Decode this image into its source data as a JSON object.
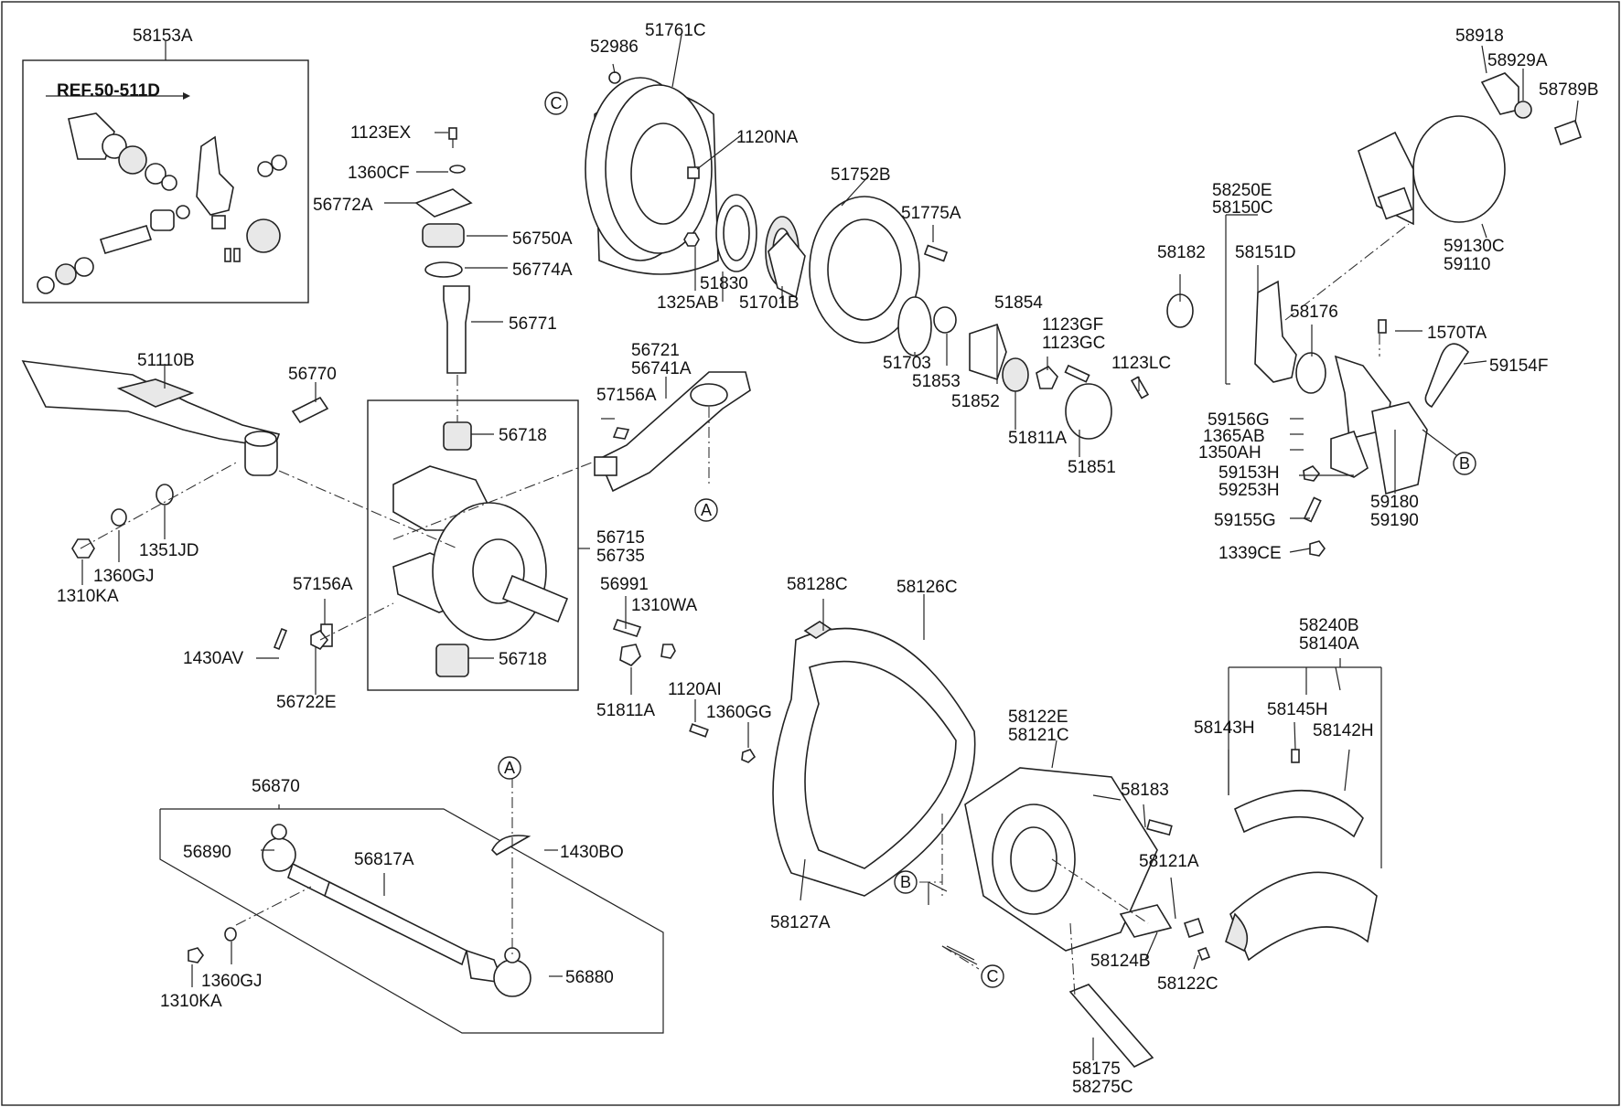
{
  "labels": {
    "l58153A": "58153A",
    "ref": "REF.50-511D",
    "l1123EX": "1123EX",
    "l1360CF": "1360CF",
    "l56772A": "56772A",
    "l56750A": "56750A",
    "l56774A": "56774A",
    "l56771": "56771",
    "l51110B": "51110B",
    "l56770": "56770",
    "l1351JD": "1351JD",
    "l1360GJ_a": "1360GJ",
    "l1310KA_a": "1310KA",
    "l56718_a": "56718",
    "l56718_b": "56718",
    "l56715": "56715",
    "l56735": "56735",
    "l57156A_a": "57156A",
    "l57156A_b": "57156A",
    "l56721": "56721",
    "l56741A": "56741A",
    "l56991": "56991",
    "l1310WA": "1310WA",
    "l1430AV": "1430AV",
    "l56722E": "56722E",
    "l51811A_b": "51811A",
    "l52986": "52986",
    "l51761C": "51761C",
    "l1120NA": "1120NA",
    "l51830": "51830",
    "l1325AB": "1325AB",
    "l51701B": "51701B",
    "l51752B": "51752B",
    "l51775A": "51775A",
    "l51703": "51703",
    "l51853": "51853",
    "l51852": "51852",
    "l51854": "51854",
    "l1123GF": "1123GF",
    "l1123GC": "1123GC",
    "l1123LC": "1123LC",
    "l51811A_a": "51811A",
    "l51851": "51851",
    "l58918": "58918",
    "l58929A": "58929A",
    "l58789B": "58789B",
    "l59130C": "59130C",
    "l59110": "59110",
    "l58250E": "58250E",
    "l58150C": "58150C",
    "l58151D": "58151D",
    "l58182": "58182",
    "l58176": "58176",
    "l1570TA": "1570TA",
    "l59154F": "59154F",
    "l59156G": "59156G",
    "l1365AB": "1365AB",
    "l1350AH": "1350AH",
    "l59153H": "59153H",
    "l59253H": "59253H",
    "l59155G": "59155G",
    "l1339CE": "1339CE",
    "l59180": "59180",
    "l59190": "59190",
    "l58128C": "58128C",
    "l58126C": "58126C",
    "l58127A": "58127A",
    "l1120AI": "1120AI",
    "l1360GG": "1360GG",
    "l58122E": "58122E",
    "l58121C": "58121C",
    "l58183": "58183",
    "l58121A": "58121A",
    "l58124B": "58124B",
    "l58122C": "58122C",
    "l58175": "58175",
    "l58275C": "58275C",
    "l58240B": "58240B",
    "l58140A": "58140A",
    "l58145H": "58145H",
    "l58143H": "58143H",
    "l58142H": "58142H",
    "l56870": "56870",
    "l56890": "56890",
    "l56817A": "56817A",
    "l1430BO": "1430BO",
    "l56880": "56880",
    "l1360GJ_b": "1360GJ",
    "l1310KA_b": "1310KA"
  },
  "markers": {
    "a": "A",
    "b": "B",
    "c": "C"
  }
}
